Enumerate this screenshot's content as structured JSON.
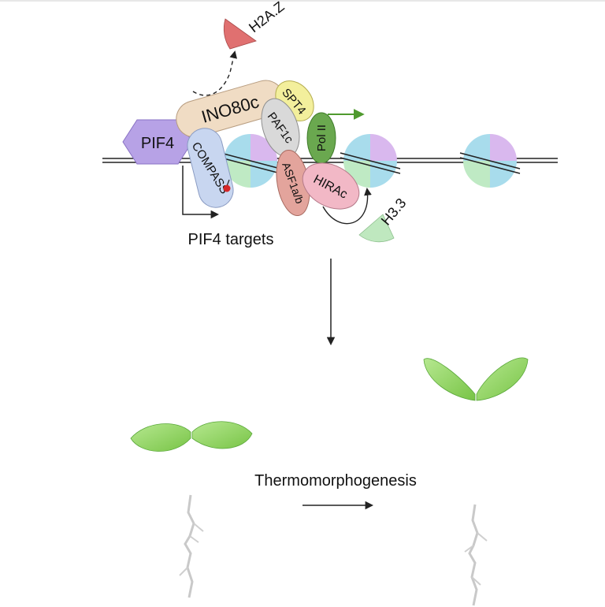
{
  "labels": {
    "h2az": "H2A.Z",
    "pif4": "PIF4",
    "ino80c": "INO80c",
    "spt4": "SPT4",
    "paf1c": "PAF1c",
    "pol2": "Pol II",
    "compass": "COMPASS",
    "asf1": "ASF1a/b",
    "hirac": "HIRAc",
    "h33": "H3.3",
    "pif4_targets": "PIF4 targets",
    "process": "Thermomorphogenesis"
  },
  "colors": {
    "pif4": "#b7a2e6",
    "ino80c": "#f0dcc4",
    "spt4": "#f3ef9c",
    "paf1c": "#d9d9d9",
    "pol2": "#6aa84f",
    "compass": "#c8d6f0",
    "asf1": "#e3a49c",
    "hirac": "#f2b8c6",
    "h2az": "#e07070",
    "h33": "#bfe8bf",
    "nuc_purple": "#d9b8ee",
    "nuc_blue": "#a8dcec",
    "nuc_green": "#bfeac4",
    "seedling_green": "#8cd35c",
    "arrow_green": "#4f9a2e"
  }
}
